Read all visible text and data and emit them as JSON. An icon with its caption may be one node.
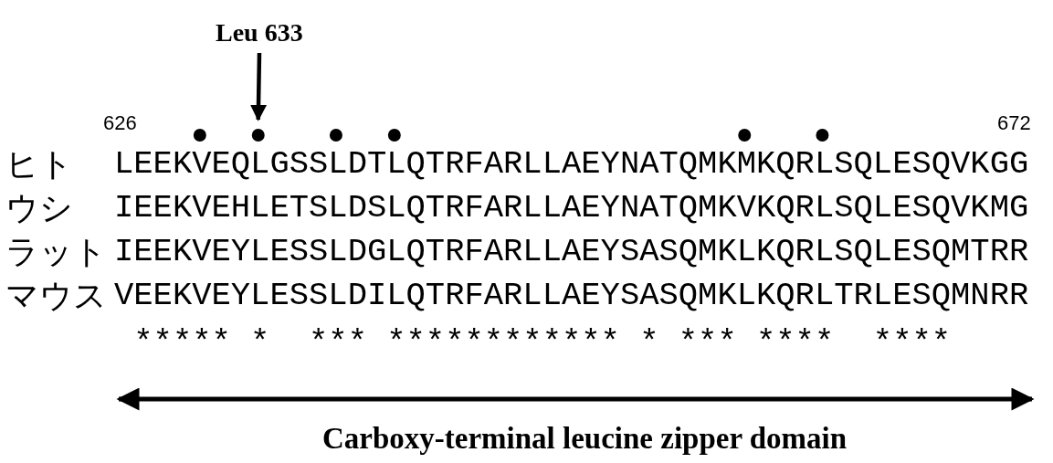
{
  "diagram": {
    "nodes": [
      {
        "text": [
          "Leu 633"
        ]
      },
      {
        "text": [],
        "shape": "circle"
      },
      {
        "text": [],
        "shape": "circle"
      },
      {
        "text": [],
        "shape": "circle"
      },
      {
        "text": [],
        "shape": "circle"
      },
      {
        "text": [],
        "shape": "circle"
      },
      {
        "text": [],
        "shape": "circle"
      }
    ],
    "edges": [
      {
        "from": 0,
        "to": 2,
        "arrow": "to"
      }
    ],
    "labels": [
      "626",
      "672",
      "ヒト",
      "LEEKVEQLGSSLDTLQTRFARLLAEYNATQMKMKQRLSQLESQVKGG",
      "ウシ",
      "IEEKVEHLETSLDSLQTRFARLLAEYNATQMKVKQRLSQLESQVKMG",
      "ラット",
      "IEEKVEYLESSLDGLQTRFARLLAEYSASQMKLKQRLSQLESQMTRR",
      "マウス",
      "VEEKVEYLESSLDILQTRFARLLAEYSASQMKLKQRLTRLESQMNRR",
      "***** *  *** ************ * *** ****  ****"
    ],
    "caption": "Carboxy-terminal leucine zipper domain"
  }
}
